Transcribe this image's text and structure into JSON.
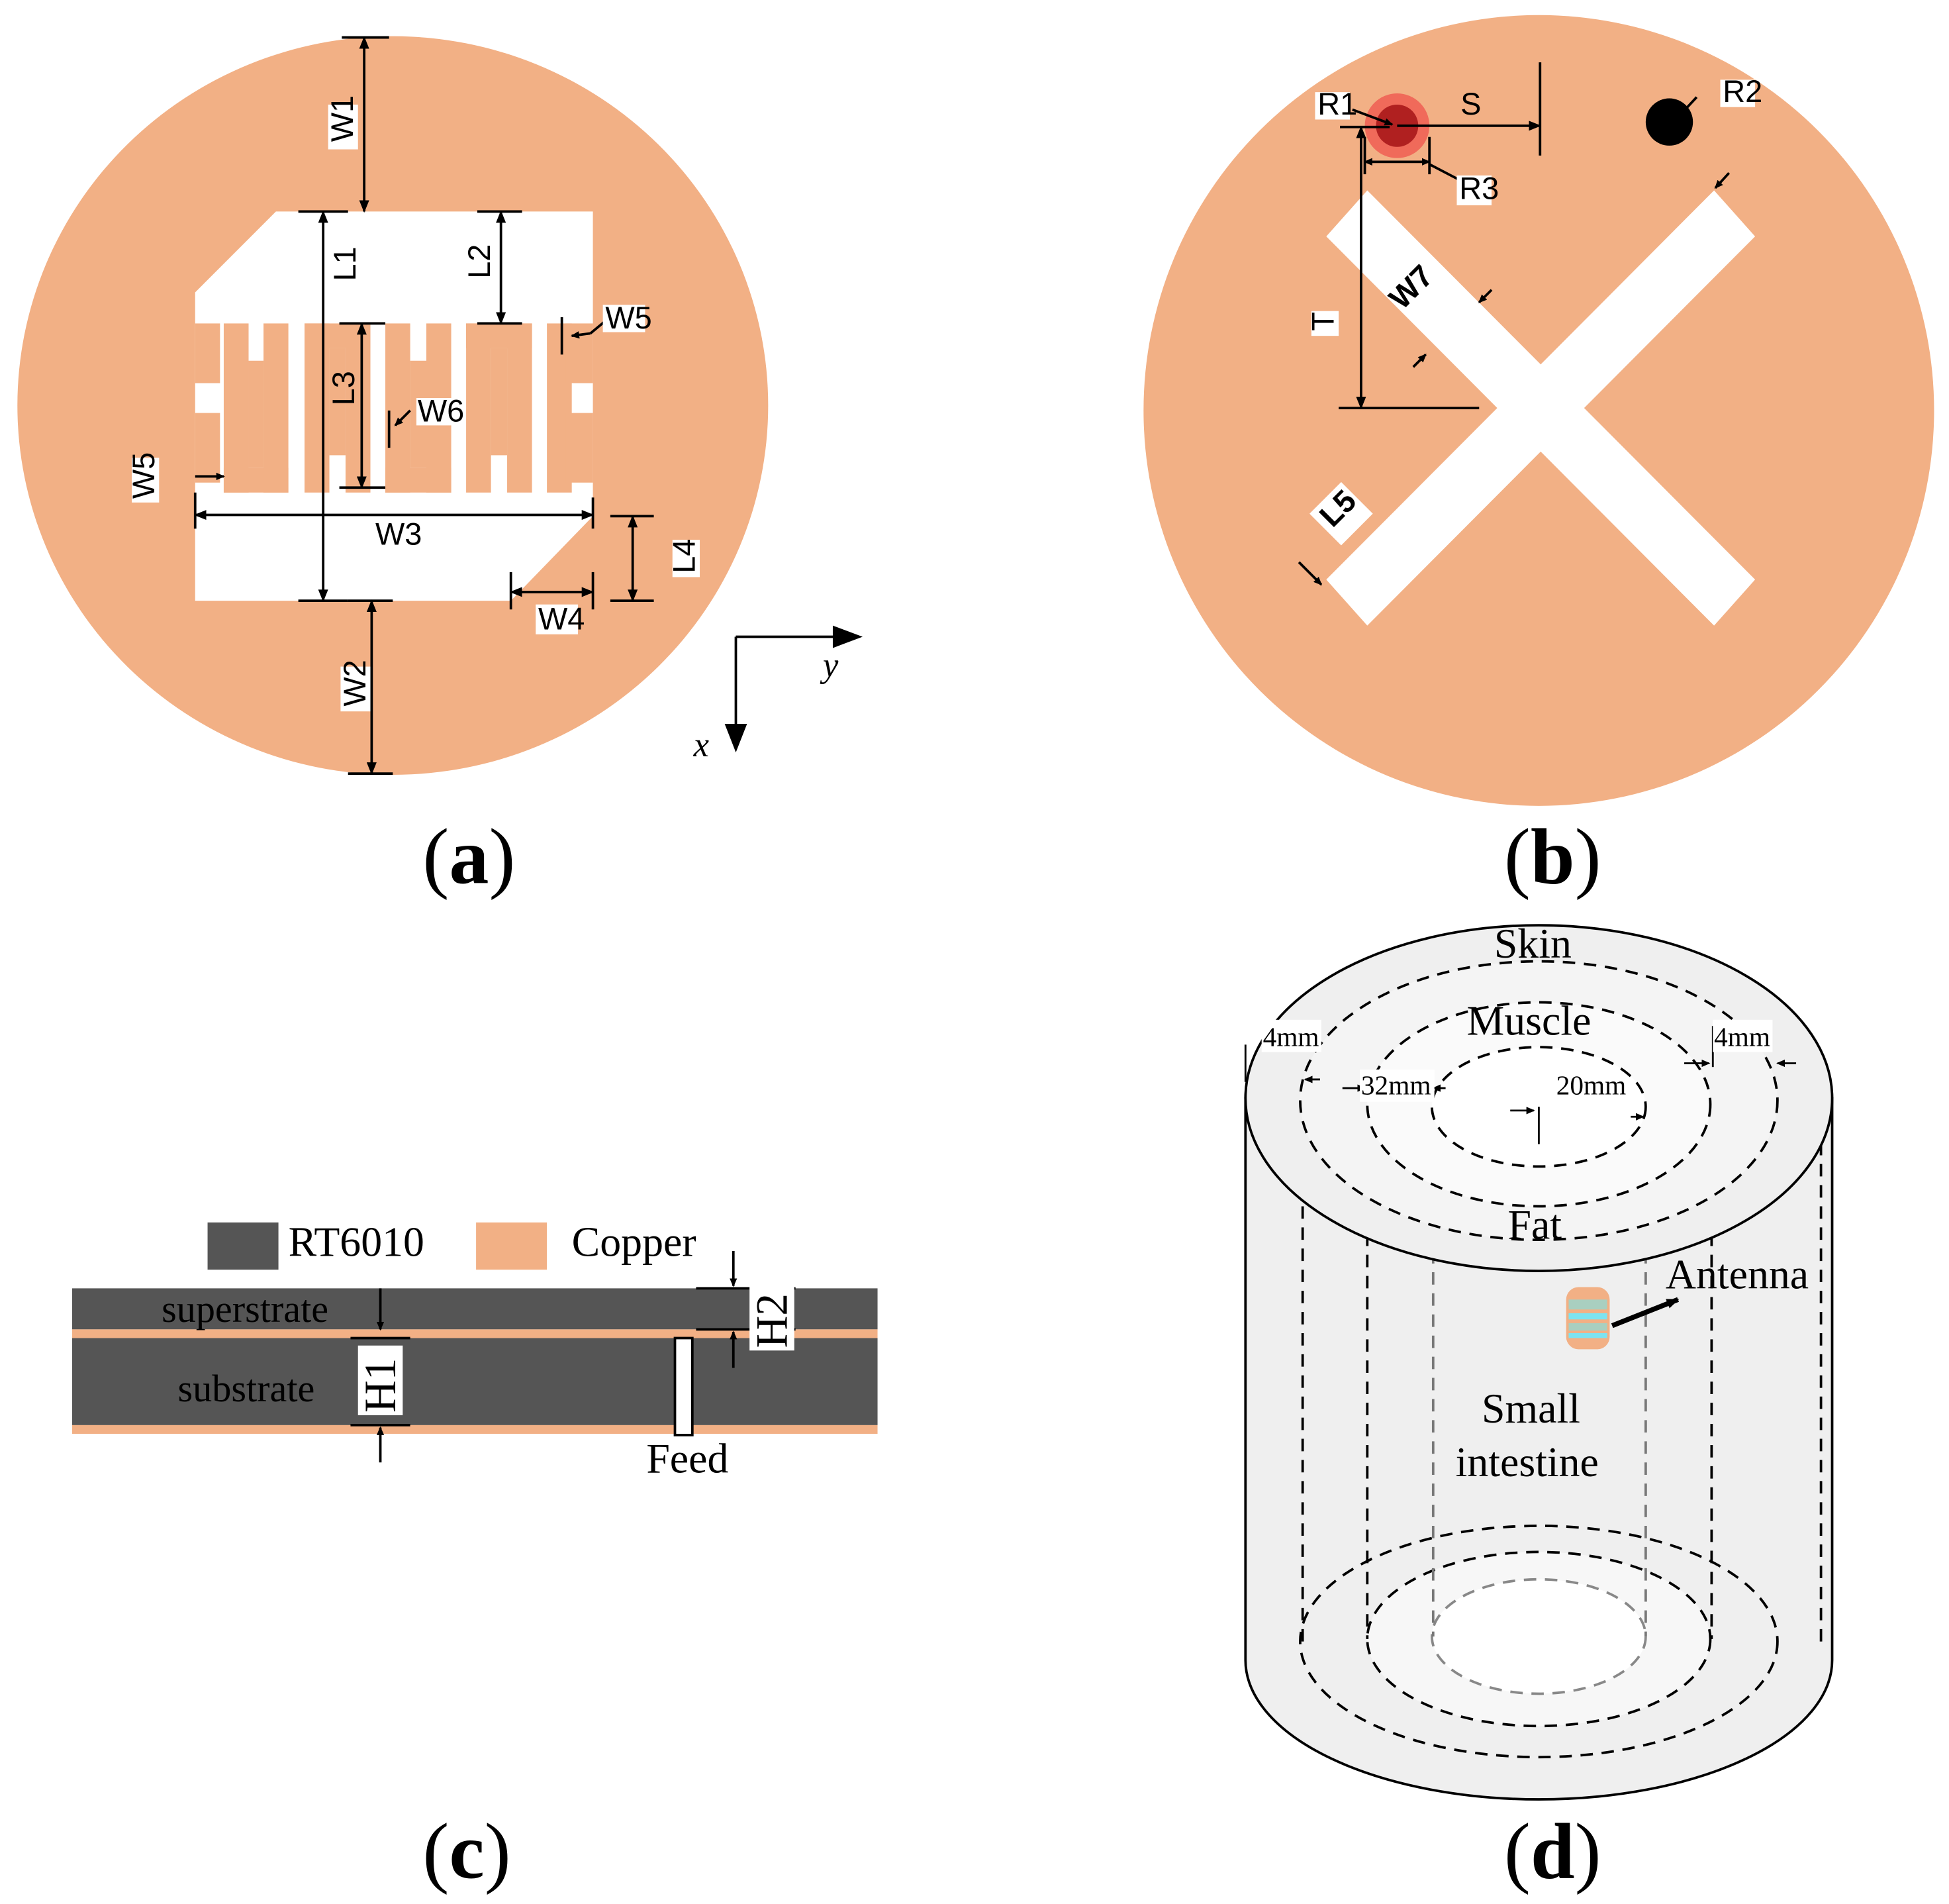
{
  "colors": {
    "copper": "#F2B085",
    "rt6010": "#555555",
    "skin": "#F0F0F0",
    "via_outer": "#F06A5A",
    "via_inner": "#B02020",
    "arrow": "#000000"
  },
  "panel_a": {
    "labels": {
      "w1": "W1",
      "l1": "L1",
      "l2": "L2",
      "w5_right": "W5",
      "l3": "L3",
      "w6": "W6",
      "w5_left": "W5",
      "w3": "W3",
      "l4": "L4",
      "w4": "W4",
      "w2": "W2"
    },
    "axes": {
      "y": "y",
      "x": "x"
    },
    "caption": {
      "open": "(",
      "letter": "a",
      "close": ")"
    }
  },
  "panel_b": {
    "labels": {
      "r1": "R1",
      "s": "S",
      "r2": "R2",
      "r3": "R3",
      "w7": "W7",
      "t": "T",
      "l5": "L5"
    },
    "caption": {
      "open": "(",
      "letter": "b",
      "close": ")"
    }
  },
  "panel_c": {
    "legend": [
      {
        "label": "RT6010",
        "color_key": "rt6010"
      },
      {
        "label": "Copper",
        "color_key": "copper"
      }
    ],
    "labels": {
      "superstrate": "superstrate",
      "substrate": "substrate",
      "h1": "H1",
      "h2": "H2",
      "feed": "Feed"
    },
    "caption": {
      "open": "(",
      "letter": "c",
      "close": ")"
    }
  },
  "panel_d": {
    "labels": {
      "skin": "Skin",
      "muscle": "Muscle",
      "dim_left": "4mm",
      "dim_right": "4mm",
      "dim_32": "32mm",
      "dim_20": "20mm",
      "fat": "Fat",
      "antenna": "Antenna",
      "small": "Small",
      "intestine": "intestine"
    },
    "caption": {
      "open": "(",
      "letter": "d",
      "close": ")"
    }
  }
}
